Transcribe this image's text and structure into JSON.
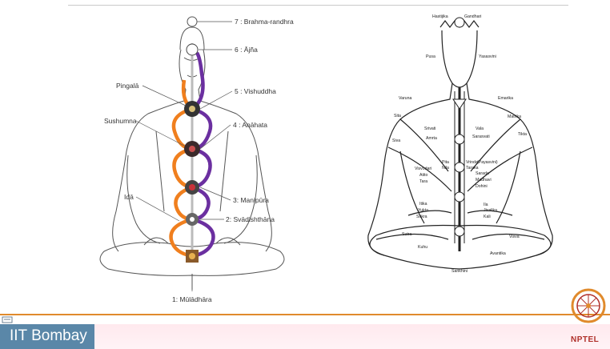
{
  "left_figure": {
    "labels": {
      "brahma": "7 : Brahma-randhra",
      "ajna": "6 : Ājña",
      "vishuddha": "5 : Vishuddha",
      "pingala": "Pingalā",
      "sushumna": "Sushumna",
      "anahata": "4 : Anāhata",
      "manipura": "3: Manipūra",
      "ida": "Idā",
      "svadhisthana": "2: Svādishthāna",
      "muladhara": "1: Mūlādhāra"
    }
  },
  "right_figure": {
    "labels": {
      "hastijika": "Hastijika",
      "gandhari": "Gandhari",
      "pusa": "Pusa",
      "yasasvini": "Yasasvini",
      "varuna": "Varuna",
      "emarika": "Emarika",
      "sita": "Sita",
      "matrika": "Matrika",
      "siva": "Siva",
      "tikta": "Tikta",
      "srivati": "Srivati",
      "amrta": "Amrta",
      "vala": "Vala",
      "sarasvati": "Sarasvati",
      "pita": "Pita",
      "nila": "Nila",
      "vrinda": "Vrinda",
      "taraka": "Taraka",
      "payasvini": "(Payasvini)",
      "visvodari": "Visvodari",
      "atito": "Atito",
      "tara": "Tara",
      "sarada": "Sarada",
      "madhavi": "Madhavi",
      "dohini": "Dohini",
      "itika": "Itika",
      "yukta": "Yukta",
      "sukra": "Sukra",
      "ila": "Ila",
      "jivalika": "Jivalika",
      "kali": "Kali",
      "sutra": "Sutra",
      "visva": "Visva",
      "kuhu": "Kuhu",
      "avantika": "Avantika",
      "sankhini": "Sankhini"
    }
  },
  "footer": {
    "institute": "IIT Bombay",
    "logo": "NPTEL"
  },
  "colors": {
    "ida": "#f07f1e",
    "pingala": "#6b2fa0",
    "footer_line": "#e08a2c",
    "iit_box": "#5a87a8",
    "nptel": "#b0302a"
  }
}
